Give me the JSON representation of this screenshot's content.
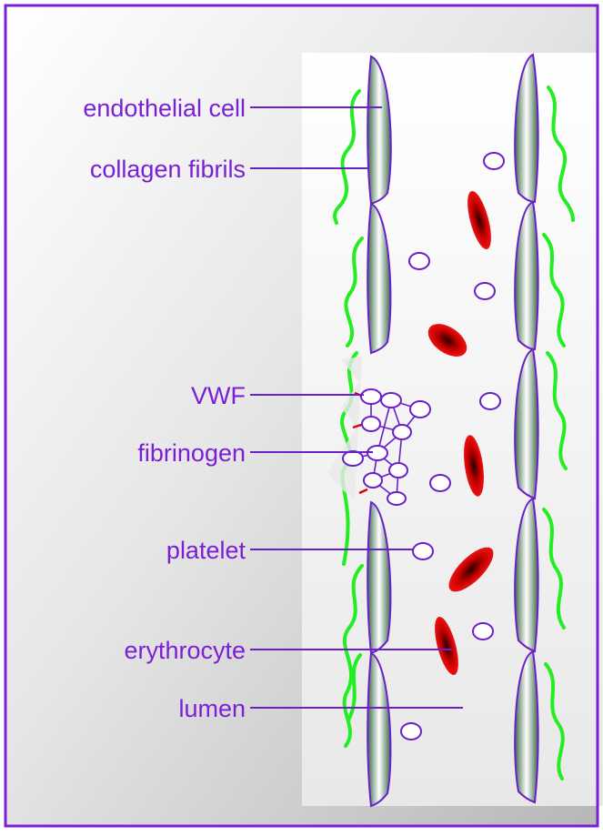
{
  "labels": {
    "endothelial_cell": "endothelial cell",
    "collagen_fibrils": "collagen fibrils",
    "vwf": "VWF",
    "fibrinogen": "fibrinogen",
    "platelet": "platelet",
    "erythrocyte": "erythrocyte",
    "lumen": "lumen"
  },
  "colors": {
    "label": "#7a1fd6",
    "frame": "#7a1fd6",
    "collagen": "#22ee22",
    "erythrocyte": "#cc0000",
    "endothelial_dark": "#3b6b47",
    "vwf_link": "#dd0000"
  }
}
